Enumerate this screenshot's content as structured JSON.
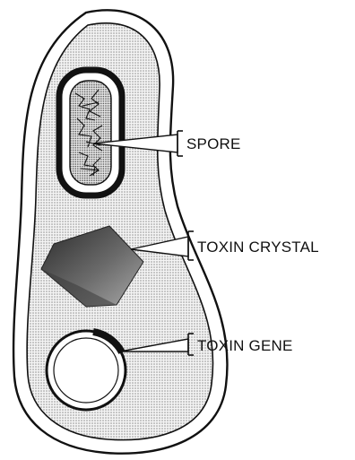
{
  "labels": {
    "spore": "SPORE",
    "toxin_crystal": "TOXIN CRYSTAL",
    "toxin_gene": "TOXIN GENE"
  },
  "colors": {
    "ink": "#111111",
    "stipple": "#cfcfcf",
    "paper": "#ffffff"
  }
}
